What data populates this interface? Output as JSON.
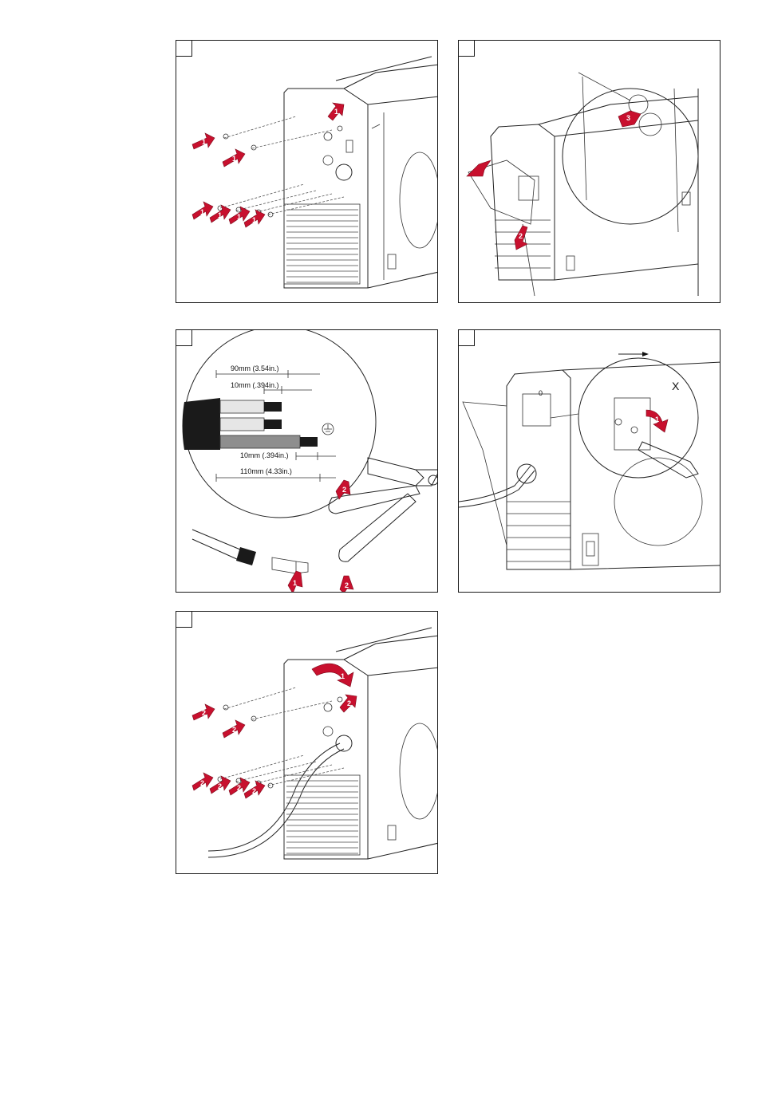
{
  "steps": [
    {
      "id": "step1",
      "arrow_numbers": [
        "1",
        "1",
        "1",
        "1",
        "1",
        "1",
        "1"
      ]
    },
    {
      "id": "step2",
      "arrow_numbers": [
        "1",
        "2",
        "3"
      ]
    },
    {
      "id": "step3",
      "dimensions": {
        "d1": "90mm (3.54in.)",
        "d2": "10mm (.394in.)",
        "d3": "10mm (.394in.)",
        "d4": "110mm (4.33in.)"
      },
      "arrow_numbers": [
        "1",
        "2",
        "2"
      ]
    },
    {
      "id": "step4",
      "arrow_numbers": [
        "1"
      ],
      "switch_label": "0",
      "marker": "X"
    },
    {
      "id": "step5",
      "arrow_numbers": [
        "1",
        "2",
        "2",
        "2",
        "2",
        "2",
        "2",
        "2"
      ]
    }
  ],
  "colors": {
    "arrow": "#c8102e",
    "line": "#1a1a1a"
  }
}
